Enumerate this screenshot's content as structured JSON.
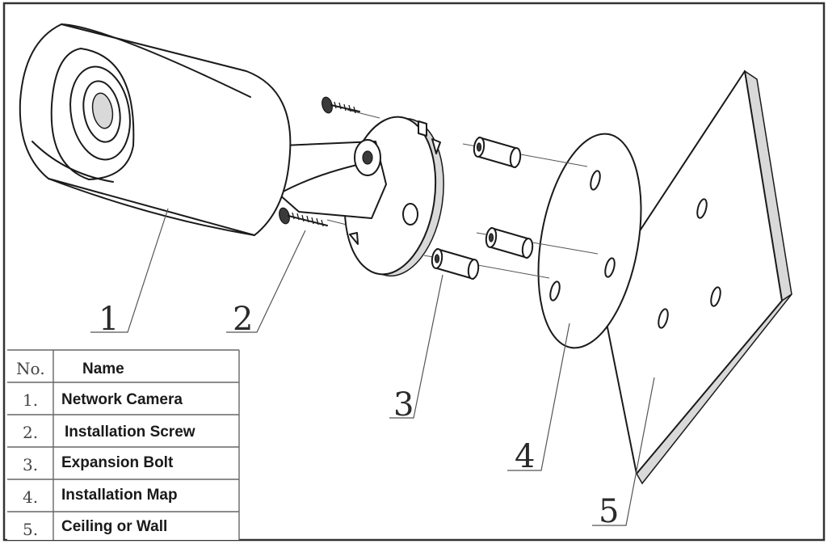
{
  "callouts": [
    "1",
    "2",
    "3",
    "4",
    "5"
  ],
  "parts_table": {
    "header_no": "No.",
    "header_name": "Name",
    "rows": [
      {
        "no": "1.",
        "name": "Network Camera"
      },
      {
        "no": "2.",
        "name": "Installation Screw"
      },
      {
        "no": "3.",
        "name": "Expansion Bolt"
      },
      {
        "no": "4.",
        "name": "Installation Map"
      },
      {
        "no": "5.",
        "name": "Ceiling or Wall"
      }
    ]
  },
  "icons": [
    "network-camera-icon",
    "installation-screw-icon",
    "expansion-bolt-icon",
    "installation-map-icon",
    "wall-plate-icon"
  ]
}
